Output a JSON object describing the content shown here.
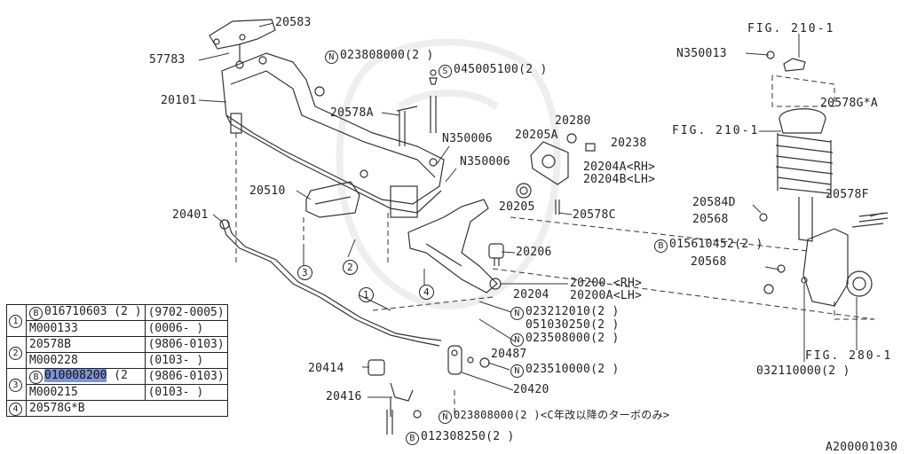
{
  "callouts": {
    "p20583": "20583",
    "p57783": "57783",
    "p20101": "20101",
    "n023808000_top": "023808000(2 )",
    "s045005100": "045005100(2 )",
    "p20578A": "20578A",
    "p20280": "20280",
    "p20205A": "20205A",
    "p20238": "20238",
    "n350006_a": "N350006",
    "n350006_b": "N350006",
    "p20204A": "20204A<RH>",
    "p20204B": "20204B<LH>",
    "p20510": "20510",
    "p20205": "20205",
    "p20578C": "20578C",
    "p20401": "20401",
    "p20206": "20206",
    "p20200": "20200 <RH>",
    "p20200A": "20200A<LH>",
    "p20204": "20204",
    "n023212010": "023212010(2 )",
    "p051030250": "051030250(2 )",
    "n023508000": "023508000(2 )",
    "p20487": "20487",
    "n023510000": "023510000(2 )",
    "p20414": "20414",
    "p20420": "20420",
    "p20416": "20416",
    "n023808000_bot": "023808000(2 )<C年改以降のターボのみ>",
    "b012308250": "012308250(2 )",
    "fig2101_top": "FIG. 210-1",
    "n350013": "N350013",
    "p20578GA": "20578G*A",
    "fig2101_mid": "FIG. 210-1",
    "p20584D": "20584D",
    "p20568_a": "20568",
    "p20578F": "20578F",
    "b015610452": "015610452(2 )",
    "p20568_b": "20568",
    "fig2801": "FIG. 280-1",
    "p032110000": "032110000(2 )",
    "diagram_id": "A200001030",
    "ref1": "1",
    "ref2": "2",
    "ref3": "3",
    "ref4": "4"
  },
  "symbols": {
    "N": "N",
    "S": "S",
    "B": "B"
  },
  "legend": {
    "group1": {
      "no": "1",
      "r1c1": "016710603 (2 )",
      "r1c2": "(9702-0005)",
      "r2c1": "M000133",
      "r2c2": "(0006-      )"
    },
    "group2": {
      "no": "2",
      "r1c1": "20578B",
      "r1c2": "(9806-0103)",
      "r2c1": "M000228",
      "r2c2": "(0103-      )"
    },
    "group3": {
      "no": "3",
      "r1c1_hl": "010008200",
      "r1c1_rest": " (2",
      "r1c2": "(9806-0103)",
      "r2c1": "M000215",
      "r2c2": "(0103-      )"
    },
    "group4": {
      "no": "4",
      "r1c1": "20578G*B"
    }
  },
  "highlight_color": "#7f93d4"
}
